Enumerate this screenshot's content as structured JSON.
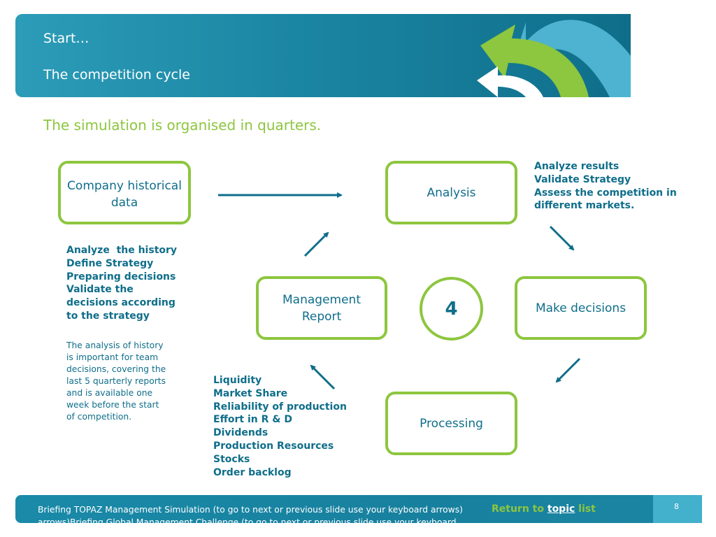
{
  "header": {
    "line1": "Start…",
    "line2": "The competition cycle"
  },
  "subtitle": "The simulation is organised in quarters.",
  "boxes": {
    "history": "Company historical\ndata",
    "analysis": "Analysis",
    "report": "Management\nReport",
    "decisions": "Make decisions",
    "processing": "Processing"
  },
  "cycle_number": "4",
  "lists": {
    "analysis": [
      "Analyze results",
      "Validate Strategy",
      "Assess the competition in",
      "different markets."
    ],
    "history": [
      "Analyze  the history",
      "Define Strategy",
      "Preparing decisions",
      "Validate the",
      "decisions according",
      "to the strategy"
    ],
    "report": [
      "Liquidity",
      "Market Share",
      "Reliability of production",
      "Effort in R & D",
      "Dividends",
      "Production Resources",
      "Stocks",
      "Order backlog"
    ]
  },
  "note": [
    "The analysis of history",
    "is important for team",
    "decisions, covering the",
    "last 5 quarterly reports",
    "and is available one",
    "week before the start",
    "of competition."
  ],
  "footer": {
    "text": "Briefing TOPAZ Management Simulation (to go to next or previous slide use your keyboard arrows) arrows)Briefing Global Management Challenge (to go to next or previous slide use your keyboard",
    "return_prefix": "Return to ",
    "return_link": "topic",
    "return_suffix": " list",
    "page_number": "8"
  },
  "colors": {
    "teal": "#0f6e8a",
    "green": "#8dc63f",
    "banner": "#1b86a3"
  }
}
